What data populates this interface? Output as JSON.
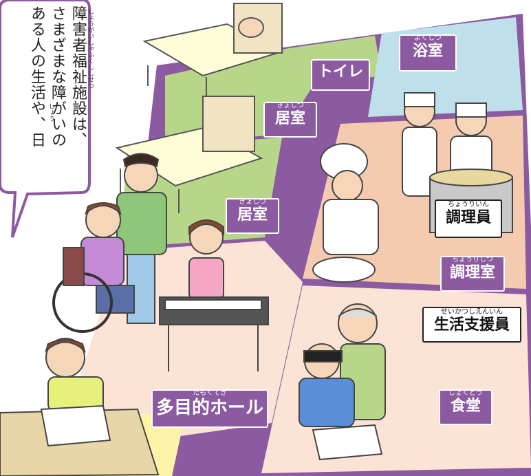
{
  "speech": {
    "lines": [
      "障害者福祉施設は、",
      "さまざまな障がいの",
      "ある人の生活や、日"
    ],
    "ruby_1": "しょうがいしゃふくししせつ",
    "ruby_2": "しょう"
  },
  "rooms": {
    "toilet": {
      "label": "トイレ"
    },
    "bath": {
      "ruby": "よくしつ",
      "label": "浴室"
    },
    "bedroom1": {
      "ruby": "きょしつ",
      "label": "居室"
    },
    "bedroom2": {
      "ruby": "きょしつ",
      "label": "居室"
    },
    "kitchen": {
      "ruby": "ちょうりしつ",
      "label": "調理室"
    },
    "hall": {
      "ruby": "たもくてき",
      "label": "多目的ホール"
    },
    "dining": {
      "ruby": "しょくどう",
      "label": "食堂"
    }
  },
  "roles": {
    "cook": {
      "ruby": "ちょうりいん",
      "label": "調理員"
    },
    "support": {
      "ruby": "せいかつしえんいん",
      "label": "生活支援員"
    }
  },
  "colors": {
    "room_border": "#8b5aa0",
    "label_bg": "#8b5aa0",
    "green_room": "#b8d68a",
    "bath_room": "#bfe0ea",
    "kitchen_room": "#f5cbb0",
    "hall_room": "#fbe3d6",
    "floor_yellow": "#fff3a8"
  }
}
